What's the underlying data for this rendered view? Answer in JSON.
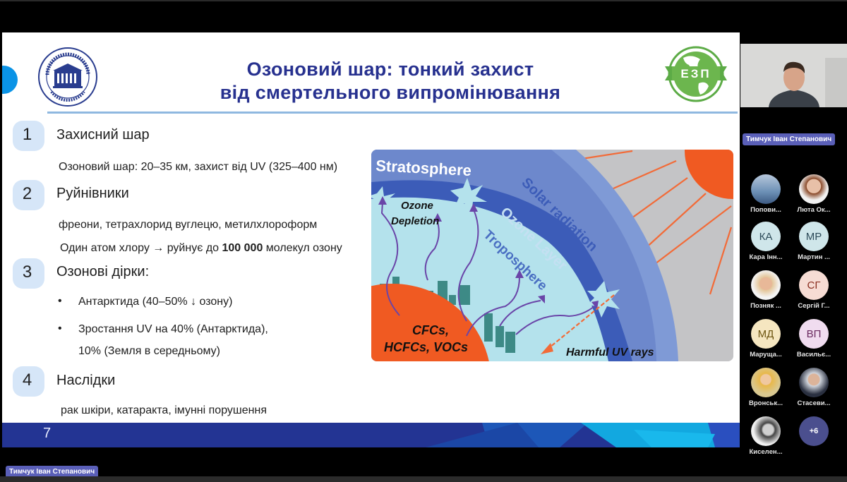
{
  "slide": {
    "title_line1": "Озоновий шар: тонкий захист",
    "title_line2": "від смертельного випромінювання",
    "logos": {
      "left": "lviv-polytechnic-logo",
      "right_text": "ЕЗП"
    },
    "sections": [
      {
        "number": "1",
        "heading": "Захисний шар",
        "lines": [
          "Озоновий шар: 20–35 км, захист від UV (325–400 нм)"
        ]
      },
      {
        "number": "2",
        "heading": "Руйнівники",
        "lines": [
          "фреони, тетрахлорид вуглецю, метилхлороформ"
        ],
        "highlight": {
          "before": "Один атом хлору → руйнує до ",
          "bold": "100 000",
          "after": " молекул озону"
        }
      },
      {
        "number": "3",
        "heading": "Озонові дірки:",
        "bullets": [
          "Антарктида (40–50% ↓ озону)",
          "Зростання UV на 40% (Антарктида),"
        ],
        "continuation": "10% (Земля в середньому)"
      },
      {
        "number": "4",
        "heading": "Наслідки",
        "lines": [
          "рак шкіри, катаракта, імунні порушення"
        ]
      }
    ],
    "diagram": {
      "labels": {
        "stratosphere": "Stratosphere",
        "solar_radiation": "Solar radiation",
        "ozone_layer": "Ozone Layer",
        "troposphere": "Troposphere",
        "ozone_depletion_1": "Ozone",
        "ozone_depletion_2": "Depletion",
        "cfcs_1": "CFCs,",
        "cfcs_2": "HCFCs, VOCs",
        "harmful_uv": "Harmful UV rays"
      },
      "colors": {
        "sky": "#c4c4c6",
        "stratosphere": "#7f9ad6",
        "ozone": "#3c5cb8",
        "troposphere": "#b4e2ec",
        "earth": "#f05a22",
        "sun": "#f05a22",
        "rays": "#f26b38",
        "arrows": "#6a45a8",
        "city": "#3d8a86"
      }
    },
    "footer": {
      "page_number": "7"
    }
  },
  "meeting": {
    "speaker": {
      "name": "Тимчук Іван Степанович"
    },
    "self_name": "Тимчук Іван Степанович",
    "participants": [
      {
        "name": "Попови...",
        "initials": "",
        "photo": true,
        "bg": "#6b8fb5"
      },
      {
        "name": "Люта Ок...",
        "initials": "",
        "photo": true,
        "bg": "#e8d4c8"
      },
      {
        "name": "Кара Інн...",
        "initials": "КА",
        "photo": false,
        "bg": "#cfe6ea",
        "fg": "#2e4c5a"
      },
      {
        "name": "Мартин ...",
        "initials": "МР",
        "photo": false,
        "bg": "#cfe6ea",
        "fg": "#2e4c5a"
      },
      {
        "name": "Позняк ...",
        "initials": "",
        "photo": true,
        "bg": "#e4c69a"
      },
      {
        "name": "Сергій Г...",
        "initials": "СГ",
        "photo": false,
        "bg": "#f6dcd4",
        "fg": "#8a2e20"
      },
      {
        "name": "Маруща...",
        "initials": "МД",
        "photo": false,
        "bg": "#f5e6c0",
        "fg": "#6c5410"
      },
      {
        "name": "Васильє...",
        "initials": "ВП",
        "photo": false,
        "bg": "#f0dcef",
        "fg": "#6a2a60"
      },
      {
        "name": "Вронськ...",
        "initials": "",
        "photo": true,
        "bg": "#e8b84a"
      },
      {
        "name": "Стасеви...",
        "initials": "",
        "photo": true,
        "bg": "#cfd4dc"
      },
      {
        "name": "Киселен...",
        "initials": "",
        "photo": true,
        "bg": "#e4e4e4"
      }
    ],
    "more_count": "+6"
  }
}
